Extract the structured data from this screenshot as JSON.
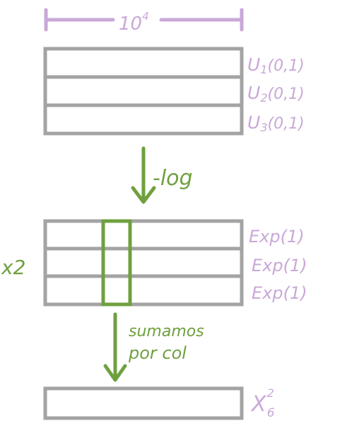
{
  "top": {
    "width_label": "10",
    "width_exponent": "4",
    "rows": [
      {
        "label": "U",
        "sub": "1",
        "suffix": "(0,1)"
      },
      {
        "label": "U",
        "sub": "2",
        "suffix": "(0,1)"
      },
      {
        "label": "U",
        "sub": "3",
        "suffix": "(0,1)"
      }
    ]
  },
  "arrow1": {
    "label": "-log"
  },
  "middle": {
    "multiplier": "x2",
    "rows": [
      {
        "label": "Exp(1)"
      },
      {
        "label": "Exp(1)"
      },
      {
        "label": "Exp(1)"
      }
    ]
  },
  "arrow2": {
    "line1": "sumamos",
    "line2": "por col"
  },
  "bottom": {
    "label": "X",
    "sub": "6",
    "sup": "2"
  },
  "colors": {
    "purple": "#c9a8d8",
    "green": "#6fa03f",
    "gray": "#a3a3a3"
  }
}
